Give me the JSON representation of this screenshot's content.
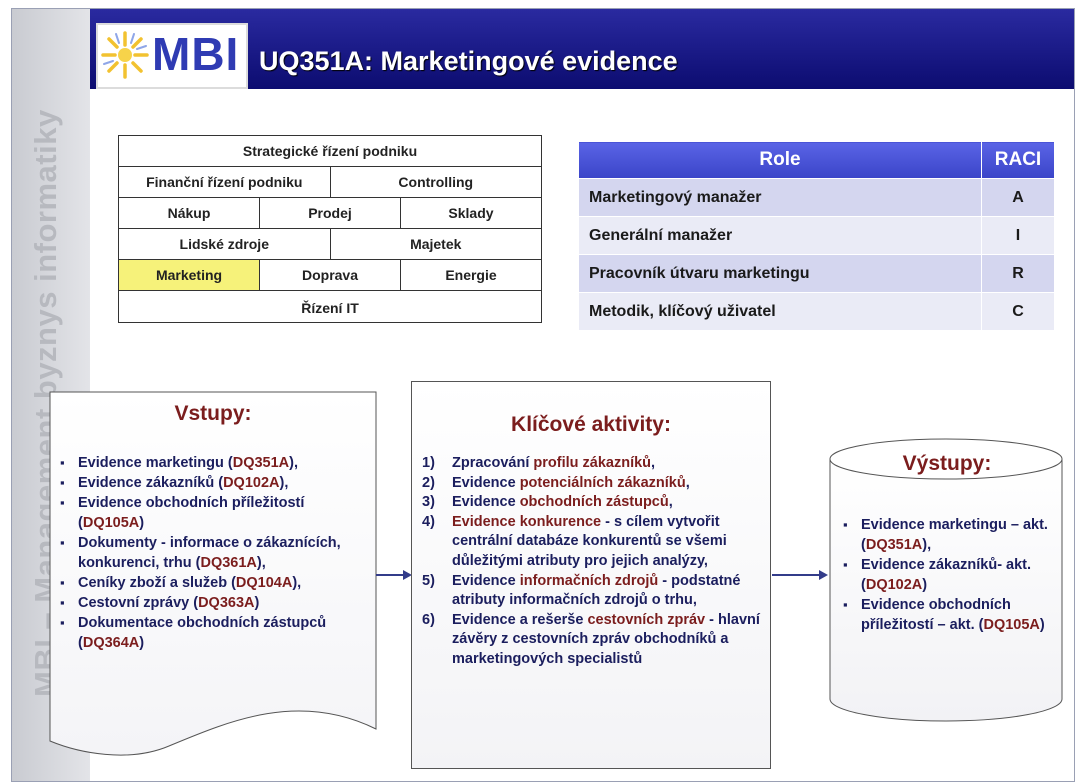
{
  "logo": {
    "text": "MBI"
  },
  "title": "UQ351A: Marketingové evidence",
  "sidebar_text": "MBI – Management byznys informatiky",
  "function_grid": {
    "rows": [
      [
        {
          "label": "Strategické řízení podniku",
          "highlight": false
        }
      ],
      [
        {
          "label": "Finanční řízení podniku",
          "highlight": false
        },
        {
          "label": "Controlling",
          "highlight": false
        }
      ],
      [
        {
          "label": "Nákup",
          "highlight": false
        },
        {
          "label": "Prodej",
          "highlight": false
        },
        {
          "label": "Sklady",
          "highlight": false
        }
      ],
      [
        {
          "label": "Lidské zdroje",
          "highlight": false
        },
        {
          "label": "Majetek",
          "highlight": false
        }
      ],
      [
        {
          "label": "Marketing",
          "highlight": true
        },
        {
          "label": "Doprava",
          "highlight": false
        },
        {
          "label": "Energie",
          "highlight": false
        }
      ],
      [
        {
          "label": "Řízení IT",
          "highlight": false
        }
      ]
    ]
  },
  "raci": {
    "headers": {
      "role": "Role",
      "raci": "RACI"
    },
    "rows": [
      {
        "role": "Marketingový manažer",
        "value": "A"
      },
      {
        "role": "Generální manažer",
        "value": "I"
      },
      {
        "role": "Pracovník útvaru marketingu",
        "value": "R"
      },
      {
        "role": "Metodik, klíčový uživatel",
        "value": "C"
      }
    ]
  },
  "inputs": {
    "title": "Vstupy:",
    "items": [
      {
        "text": "Evidence marketingu (",
        "code": "DQ351A",
        "tail": "),"
      },
      {
        "text": "Evidence zákazníků (",
        "code": "DQ102A",
        "tail": "),"
      },
      {
        "text": "Evidence obchodních příležitostí (",
        "code": "DQ105A",
        "tail": ")"
      },
      {
        "text": "Dokumenty - informace o zákaznících, konkurenci, trhu (",
        "code": "DQ361A",
        "tail": "),"
      },
      {
        "text": "Ceníky zboží a služeb (",
        "code": "DQ104A",
        "tail": "),"
      },
      {
        "text": "Cestovní zprávy (",
        "code": "DQ363A",
        "tail": ")"
      },
      {
        "text": "Dokumentace obchodních zástupců (",
        "code": "DQ364A",
        "tail": ")"
      }
    ]
  },
  "activities": {
    "title": "Klíčové aktivity:",
    "items": [
      {
        "num": "1)",
        "pre": "Zpracování ",
        "hi": "profilu zákazníků",
        "post": ","
      },
      {
        "num": "2)",
        "pre": "Evidence ",
        "hi": "potenciálních zákazníků",
        "post": ","
      },
      {
        "num": "3)",
        "pre": "Evidence ",
        "hi": "obchodních zástupců",
        "post": ","
      },
      {
        "num": "4)",
        "pre": "",
        "hi": "Evidence konkurence",
        "post": " - s cílem vytvořit centrální databáze konkurentů se všemi důležitými atributy pro jejich analýzy,"
      },
      {
        "num": "5)",
        "pre": "Evidence ",
        "hi": "informačních zdrojů",
        "post": " - podstatné atributy informačních zdrojů o trhu,"
      },
      {
        "num": "6)",
        "pre": "Evidence a rešerše ",
        "hi": "cestovních zpráv",
        "post": " - hlavní závěry z cestovních zpráv obchodníků a marketingových specialistů"
      }
    ]
  },
  "outputs": {
    "title": "Výstupy:",
    "items": [
      {
        "text": "Evidence marketingu – akt. (",
        "code": "DQ351A",
        "tail": "),"
      },
      {
        "text": "Evidence zákazníků- akt. (",
        "code": "DQ102A",
        "tail": ")"
      },
      {
        "text": "Evidence obchodních příležitostí – akt. (",
        "code": "DQ105A",
        "tail": ")"
      }
    ]
  },
  "colors": {
    "title_bar": "#0c0c70",
    "highlight": "#f6f27a",
    "raci_header": "#4a54d6",
    "accent_text": "#7b1d1d",
    "body_text": "#1b1e5e"
  }
}
